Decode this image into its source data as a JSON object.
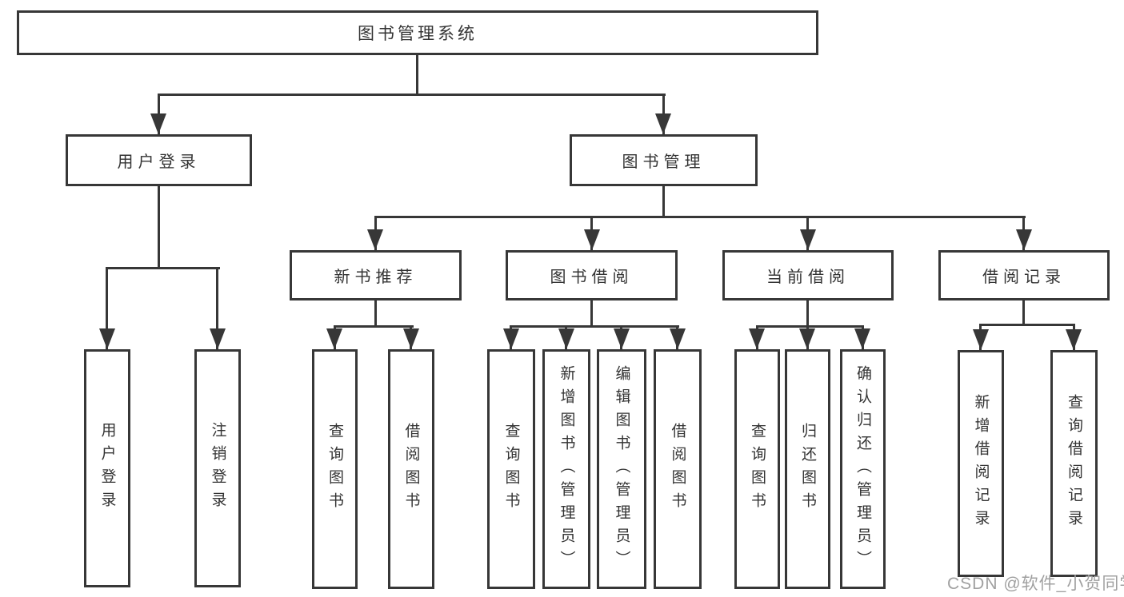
{
  "tree": {
    "root": "图书管理系统",
    "children": [
      {
        "label": "用户登录",
        "children": [
          "用户登录",
          "注销登录"
        ]
      },
      {
        "label": "图书管理",
        "children": [
          {
            "label": "新书推荐",
            "children": [
              "查询图书",
              "借阅图书"
            ]
          },
          {
            "label": "图书借阅",
            "children": [
              "查询图书",
              "新增图书（管理员）",
              "编辑图书（管理员）",
              "借阅图书"
            ]
          },
          {
            "label": "当前借阅",
            "children": [
              "查询图书",
              "归还图书",
              "确认归还（管理员）"
            ]
          },
          {
            "label": "借阅记录",
            "children": [
              "新增借阅记录",
              "查询借阅记录"
            ]
          }
        ]
      }
    ]
  },
  "watermark": {
    "text": "CSDN @软件_小贺同学",
    "color": "#a0a0a0"
  },
  "colors": {
    "line": "#373737",
    "text": "#333333",
    "background": "#ffffff",
    "box_fill": "#ffffff"
  }
}
